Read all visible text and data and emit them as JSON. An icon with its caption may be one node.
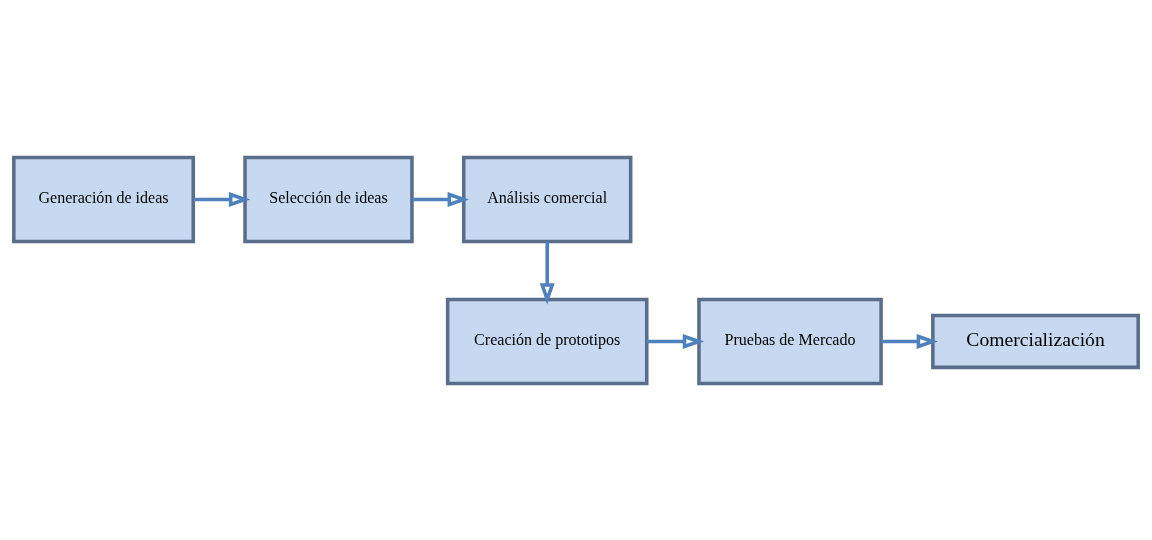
{
  "diagram": {
    "nodes": [
      {
        "text": [
          "Generación de ideas"
        ]
      },
      {
        "text": [
          "Selección de ideas"
        ]
      },
      {
        "text": [
          "Análisis comercial"
        ]
      },
      {
        "text": [
          "Creación de prototipos"
        ]
      },
      {
        "text": [
          "Pruebas de Mercado"
        ]
      },
      {
        "text": [
          "Comercialización"
        ]
      }
    ],
    "edges": [
      {
        "from": 0,
        "to": 1,
        "arrow": "to"
      },
      {
        "from": 1,
        "to": 2,
        "arrow": "to"
      },
      {
        "from": 2,
        "to": 3,
        "arrow": "to"
      },
      {
        "from": 3,
        "to": 4,
        "arrow": "to"
      },
      {
        "from": 4,
        "to": 5,
        "arrow": "to"
      }
    ]
  }
}
